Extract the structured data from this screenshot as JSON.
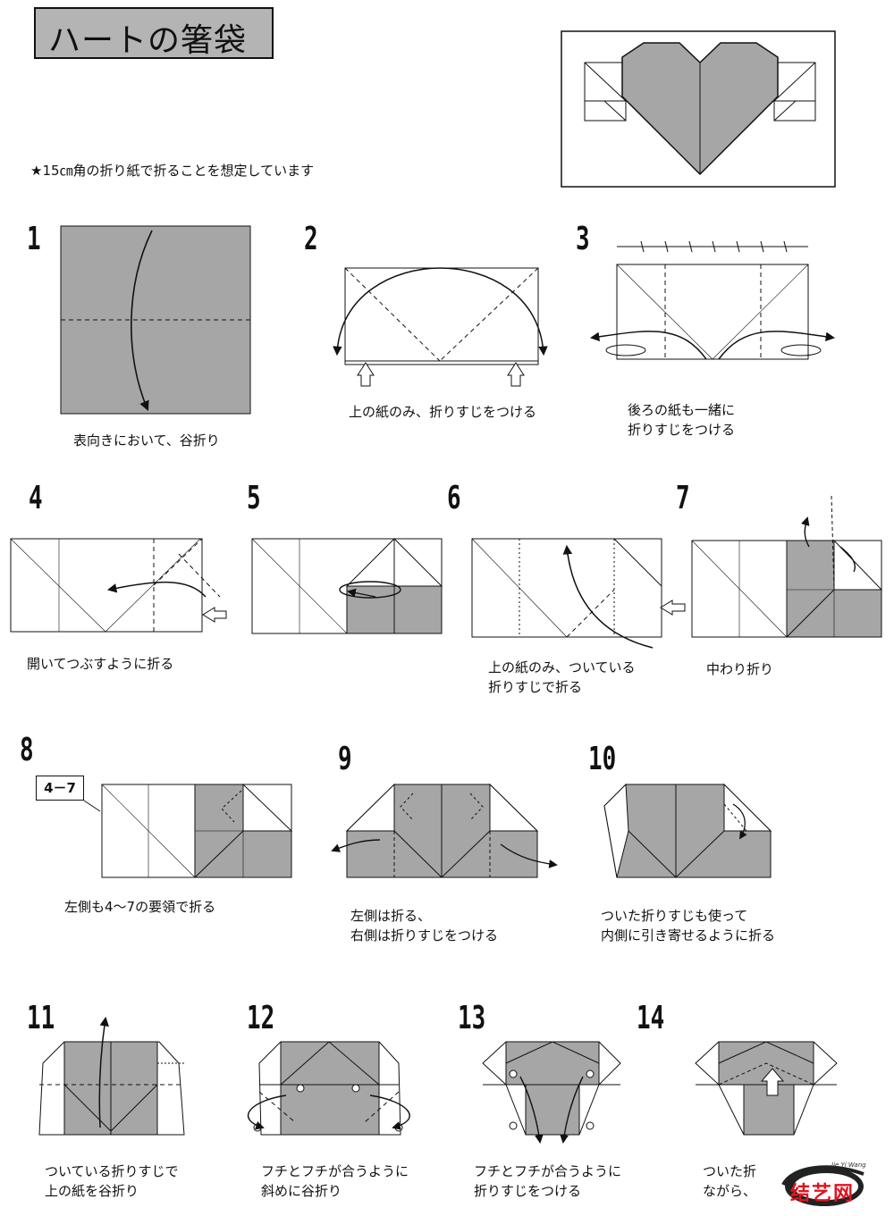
{
  "title": "ハートの箸袋",
  "note": "★15㎝角の折り紙で折ることを想定しています",
  "steps": [
    {
      "num": "1",
      "caption": "表向きにおいて、谷折り"
    },
    {
      "num": "2",
      "caption": "上の紙のみ、折りすじをつける"
    },
    {
      "num": "3",
      "caption": "後ろの紙も一緒に\n折りすじをつける"
    },
    {
      "num": "4",
      "caption": "開いてつぶすように折る"
    },
    {
      "num": "5",
      "caption": ""
    },
    {
      "num": "6",
      "caption": "上の紙のみ、ついている\n折りすじで折る"
    },
    {
      "num": "7",
      "caption": "中わり折り"
    },
    {
      "num": "8",
      "caption": "左側も4～7の要領で折る",
      "ref": "4－7"
    },
    {
      "num": "9",
      "caption": "左側は折る、\n右側は折りすじをつける"
    },
    {
      "num": "10",
      "caption": "ついた折りすじも使って\n内側に引き寄せるように折る"
    },
    {
      "num": "11",
      "caption": "ついている折りすじで\n上の紙を谷折り"
    },
    {
      "num": "12",
      "caption": "フチとフチが合うように\n斜めに谷折り"
    },
    {
      "num": "13",
      "caption": "フチとフチが合うように\n折りすじをつける"
    },
    {
      "num": "14",
      "caption": "ついた折\nながら、"
    }
  ],
  "logo": {
    "text": "结艺网",
    "small": "Jie Yi Wang"
  },
  "colors": {
    "paper_gray": "#a6a6a6",
    "ink": "#111111",
    "logo_red": "#e0141e"
  }
}
